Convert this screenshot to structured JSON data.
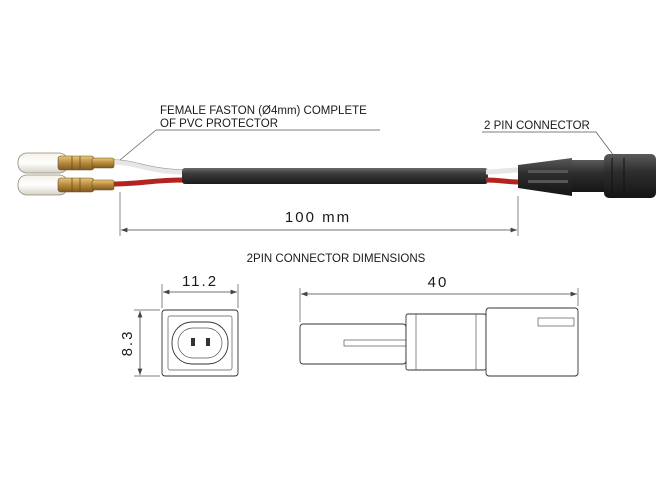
{
  "labels": {
    "faston_line1": "FEMALE FASTON (Ø4mm) COMPLETE",
    "faston_line2": "OF PVC PROTECTOR",
    "pin_connector": "2 PIN CONNECTOR",
    "cable_length": "100 mm",
    "section_title": "2PIN CONNECTOR DIMENSIONS",
    "width_dim": "11.2",
    "height_dim": "8.3",
    "length_dim": "40"
  },
  "colors": {
    "cable": "#3a3a3a",
    "wire_red": "#b3231f",
    "wire_white": "#ececec",
    "brass": "#b8893a",
    "connector": "#2e2e2e"
  }
}
